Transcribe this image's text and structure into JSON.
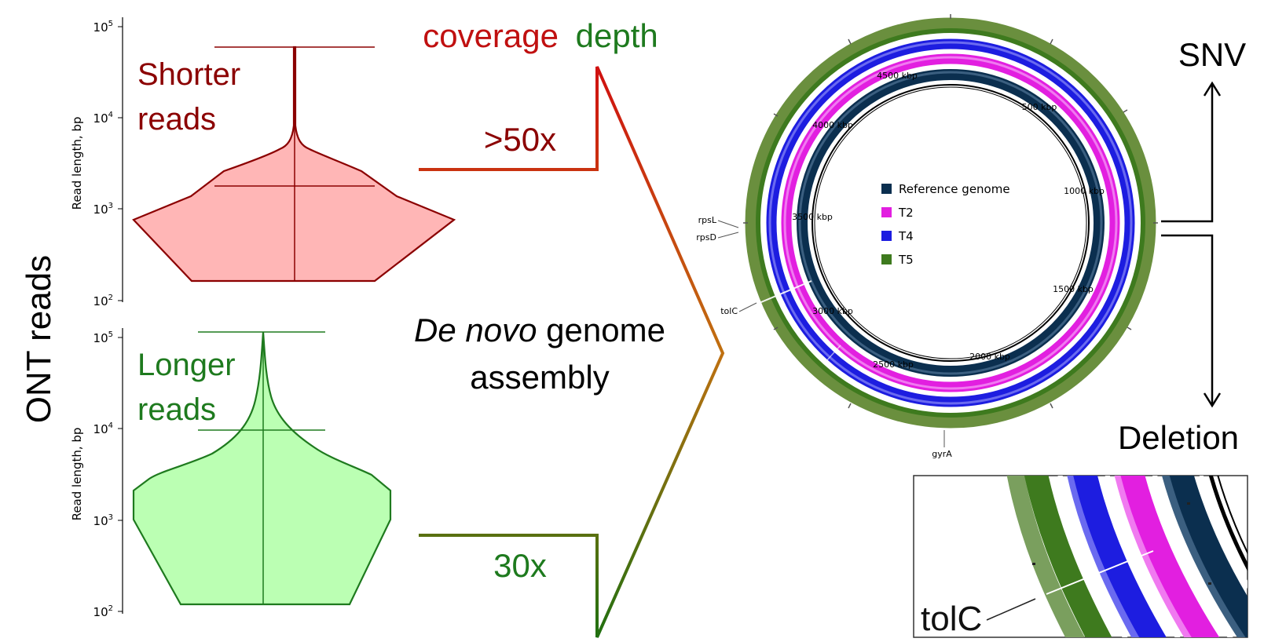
{
  "side_label": "ONT reads",
  "violin_top": {
    "label_line1": "Shorter",
    "label_line2": "reads",
    "color": "#8b0000",
    "fill": "#ffb6b6",
    "ylabel": "Read length, bp",
    "ticks": [
      {
        "base": "10",
        "exp": "2"
      },
      {
        "base": "10",
        "exp": "3"
      },
      {
        "base": "10",
        "exp": "4"
      },
      {
        "base": "10",
        "exp": "5"
      }
    ]
  },
  "violin_bottom": {
    "label_line1": "Longer",
    "label_line2": "reads",
    "color": "#1e7a1e",
    "fill": "#bbffb3",
    "ylabel": "Read length, bp",
    "ticks": [
      {
        "base": "10",
        "exp": "2"
      },
      {
        "base": "10",
        "exp": "3"
      },
      {
        "base": "10",
        "exp": "4"
      },
      {
        "base": "10",
        "exp": "5"
      }
    ]
  },
  "middle": {
    "coverage_word1": "coverage",
    "coverage_word2": "depth",
    "coverage_top": ">50x",
    "coverage_bottom": "30x",
    "assembly_italic": "De novo",
    "assembly_rest": " genome",
    "assembly_line2": "assembly"
  },
  "circle_plot": {
    "kbp_labels": [
      "500 kbp",
      "1000 kbp",
      "1500 kbp",
      "2000 kbp",
      "2500 kbp",
      "3000 kbp",
      "3500 kbp",
      "4000 kbp",
      "4500 kbp"
    ],
    "genes": [
      "rpsL",
      "rpsD",
      "tolC",
      "gyrA"
    ],
    "legend": [
      {
        "label": "Reference genome",
        "color": "#0b2f4f"
      },
      {
        "label": "T2",
        "color": "#e21fe0"
      },
      {
        "label": "T4",
        "color": "#1d1de0"
      },
      {
        "label": "T5",
        "color": "#3e7a1e"
      }
    ]
  },
  "outcomes": {
    "snv": "SNV",
    "deletion": "Deletion"
  },
  "inset": {
    "label": "tolC"
  }
}
